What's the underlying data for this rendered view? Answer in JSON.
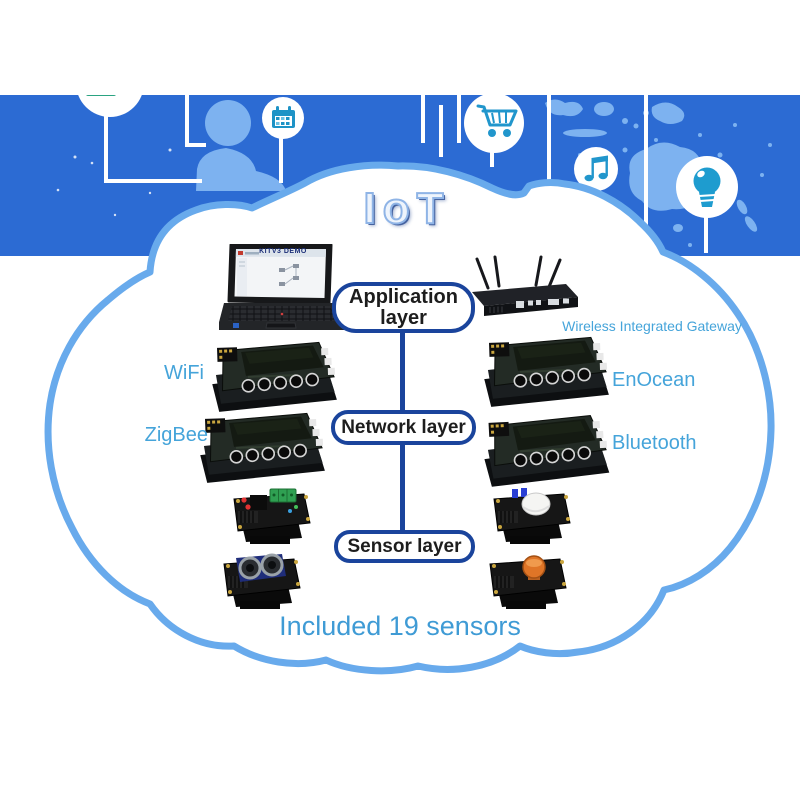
{
  "title": "IoT",
  "banner": {
    "icons": [
      "chart-icon",
      "calendar-icon",
      "cart-icon",
      "music-icon",
      "bulb-icon"
    ],
    "figures": [
      "person-silhouette",
      "world-map"
    ]
  },
  "layers": {
    "application_line1": "Application",
    "application_line2": "layer",
    "network": "Network layer",
    "sensor": "Sensor layer"
  },
  "devices": {
    "laptop": {
      "screen_title": "KITV3 DEMO"
    },
    "gateway": {
      "label": "Wireless Integrated Gateway"
    },
    "network_boards": [
      {
        "id": "wifi",
        "label": "WiFi"
      },
      {
        "id": "enocean",
        "label": "EnOcean"
      },
      {
        "id": "zigbee",
        "label": "ZigBee"
      },
      {
        "id": "bluetooth",
        "label": "Bluetooth"
      }
    ],
    "sensor_boards": [
      "relay-sensor-board",
      "pir-motion-sensor-board",
      "ultrasonic-sensor-board",
      "gas-sensor-board"
    ]
  },
  "footer": {
    "caption": "Included 19 sensors"
  },
  "colors": {
    "banner_blue": "#2c6bd3",
    "map_light": "#7db2f0",
    "icon_teal": "#2097cb",
    "navy": "#1a449c",
    "label_blue": "#45a4da",
    "cloud_stroke": "#68aaec"
  }
}
